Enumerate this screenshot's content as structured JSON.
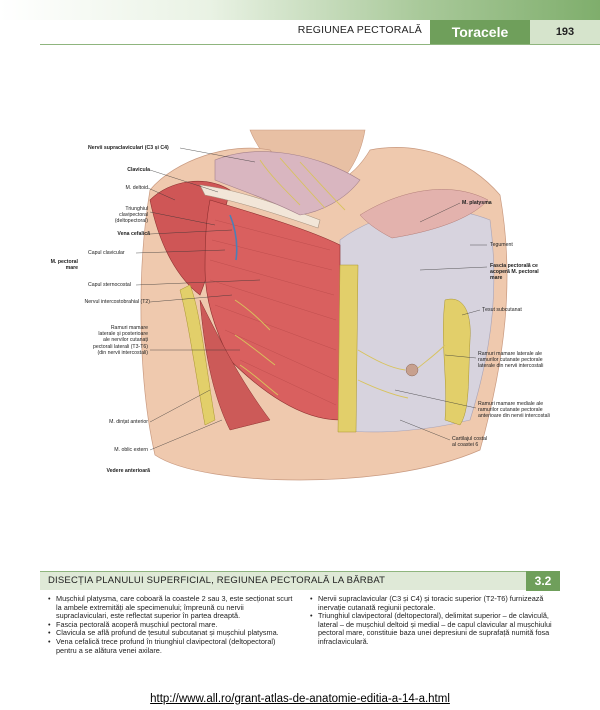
{
  "header": {
    "section": "REGIUNEA PECTORALĂ",
    "chapter": "Toracele",
    "page_number": "193"
  },
  "figure": {
    "labels_left": [
      "Nervii supraclaviculari (C3 și C4)",
      "Clavicula",
      "M. deltoid",
      "Triunghiul\nclavipectoral\n(deltopectoral)",
      "Vena cefalică",
      "M. pectoral\nmare",
      "Capul clavicular",
      "Capul sternocostal",
      "Nervul intercostobrahial (T2)",
      "Ramuri mamare\nlaterale și posterioare\nale nervilor cutanați\npectorali laterali (T3-T6)\n(din nervii intercostali)",
      "M. dințat anterior",
      "M. oblic extern",
      "Vedere anterioară"
    ],
    "labels_right": [
      "M. platysma",
      "Tegument",
      "Fascia pectorală ce\nacoperă M. pectoral\nmare",
      "Țesut subcutanat",
      "Ramuri mamare laterale ale\nramurilor cutanate pectorale\nlaterale din nervii intercostali",
      "Ramuri mamare mediale ale\nramurilor cutanate pectorale\nanterioare din nervii intercostali",
      "Cartilajul costal\nal coastei 6"
    ]
  },
  "caption": {
    "title": "DISECȚIA PLANULUI SUPERFICIAL, REGIUNEA PECTORALĂ LA BĂRBAT",
    "number": "3.2"
  },
  "bullets_left": [
    "Mușchiul platysma, care coboară la coastele 2 sau 3, este secționat scurt la ambele extremități ale specimenului; împreună cu nervii supraclaviculari, este reflectat superior în partea dreaptă.",
    "Fascia pectorală acoperă mușchiul pectoral mare.",
    "Clavicula se află profund de țesutul subcutanat și mușchiul platysma.",
    "Vena cefalică trece profund în triunghiul clavipectoral (deltopectoral) pentru a se alătura venei axilare."
  ],
  "bullets_right": [
    "Nervii supraclavicular (C3 și C4) și toracic superior (T2-T6) furnizează inervație cutanată regiunii pectorale.",
    "Triunghiul clavipectoral (deltopectoral), delimitat superior – de claviculă, lateral – de mușchiul deltoid și medial – de capul clavicular al mușchiului pectoral mare, constituie baza unei depresiuni de suprafață numită fosa infraclaviculară."
  ],
  "footer": {
    "url": "http://www.all.ro/grant-atlas-de-anatomie-editia-a-14-a.html"
  },
  "colors": {
    "accent": "#6f9f5b",
    "accent_light": "#dfe9d7",
    "muscle": "#d9605f",
    "fat": "#e2cf6a",
    "skin": "#efc9ae",
    "fascia": "#d7d3de"
  }
}
